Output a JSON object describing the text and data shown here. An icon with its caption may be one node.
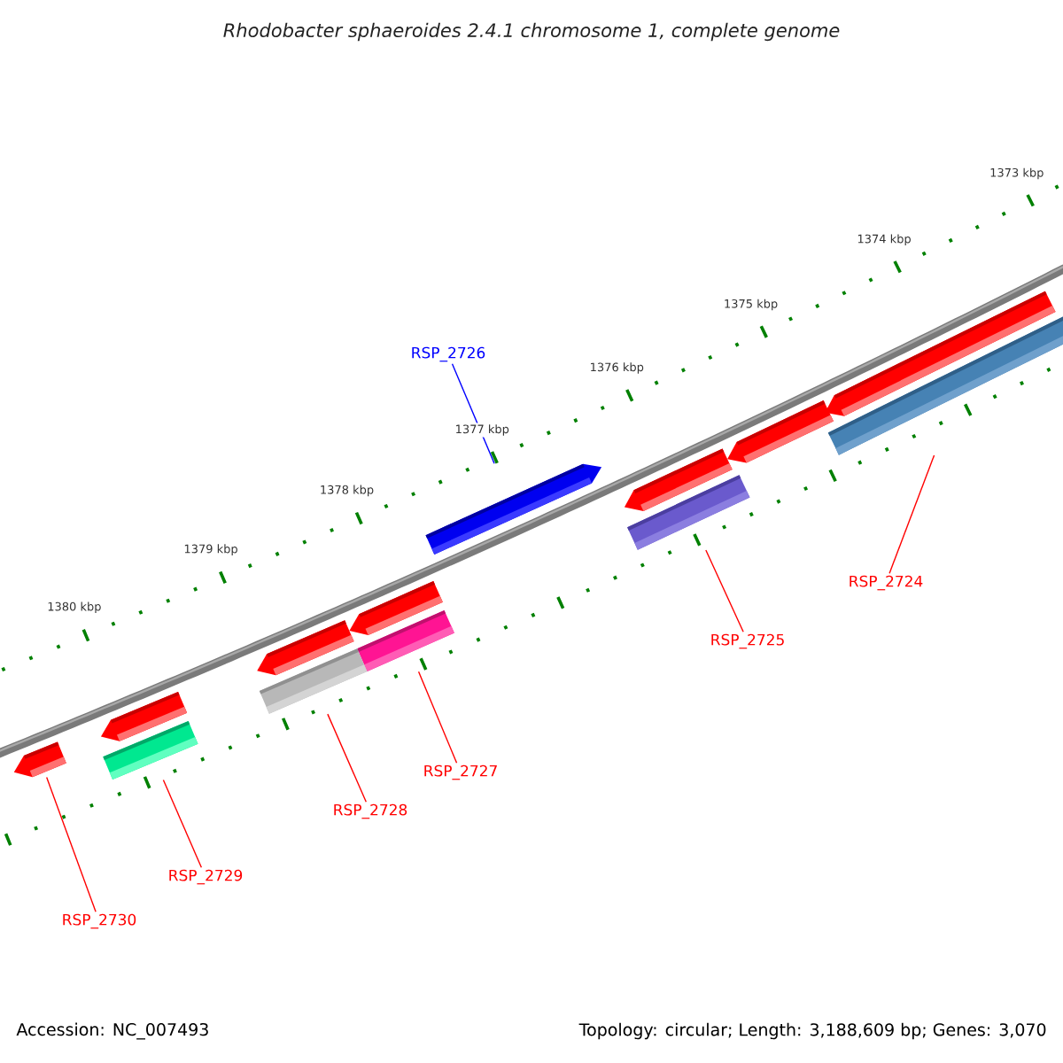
{
  "diagram": {
    "title": "Rhodobacter sphaeroides 2.4.1 chromosome 1, complete genome",
    "nodes": [
      {
        "text": [
          "RSP_2726"
        ]
      },
      {
        "text": [
          "RSP_2724"
        ]
      },
      {
        "text": [
          "RSP_2725"
        ]
      },
      {
        "text": [
          "RSP_2727"
        ]
      },
      {
        "text": [
          "RSP_2728"
        ]
      },
      {
        "text": [
          "RSP_2729"
        ]
      },
      {
        "text": [
          "RSP_2730"
        ]
      },
      {
        "text": [],
        "shape": "arrow"
      },
      {
        "text": [],
        "shape": "bar"
      },
      {
        "text": [],
        "shape": "bar"
      },
      {
        "text": [],
        "shape": "bar"
      },
      {
        "text": [],
        "shape": "bar"
      },
      {
        "text": [],
        "shape": "bar"
      },
      {
        "text": [],
        "shape": "arrow"
      }
    ],
    "edges": [
      {
        "from": 0,
        "to": 7,
        "arrow": "none",
        "color": "#0000ff"
      },
      {
        "from": 1,
        "to": 8,
        "arrow": "none"
      },
      {
        "from": 2,
        "to": 9,
        "arrow": "none"
      },
      {
        "from": 3,
        "to": 10,
        "arrow": "none"
      },
      {
        "from": 4,
        "to": 11,
        "arrow": "none"
      },
      {
        "from": 5,
        "to": 12,
        "arrow": "none"
      },
      {
        "from": 6,
        "to": 13,
        "arrow": "none"
      }
    ],
    "labels": [
      "1373 kbp",
      "1374 kbp",
      "1375 kbp",
      "1376 kbp",
      "1377 kbp",
      "1378 kbp",
      "1379 kbp",
      "1380 kbp",
      "Accession: NC_007493",
      "Topology: circular; Length: 3,188,609 bp; Genes: 3,070"
    ]
  }
}
